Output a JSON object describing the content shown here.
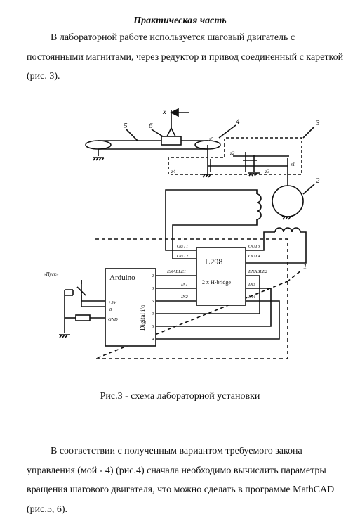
{
  "heading": "Практическая часть",
  "intro_paragraph": "В лабораторной работе используется шаговый двигатель с постоянными магнитами, через редуктор и привод соединенный с кареткой (рис. 3).",
  "figure": {
    "caption": "Рис.3 - схема лабораторной установки",
    "callouts": [
      "1",
      "2",
      "3",
      "4",
      "5",
      "6"
    ],
    "axis_label": "x",
    "gears": [
      "z1",
      "z2",
      "z3",
      "z4",
      "z5"
    ],
    "driver": {
      "name": "L298",
      "subtitle": "2 x H-bridge",
      "left_pins": [
        "OUT1",
        "OUT2",
        "ENABLE1",
        "IN1",
        "IN2"
      ],
      "right_pins": [
        "OUT3",
        "OUT4",
        "ENABLE2",
        "IN3",
        "IN4"
      ]
    },
    "controller": {
      "name": "Arduino",
      "side_label": "Digital i/o",
      "left_pins": [
        "+5V",
        "8",
        "GND"
      ],
      "right_pins": [
        "2",
        "3",
        "5",
        "9",
        "6",
        "4"
      ]
    },
    "start_button": "«Пуск»"
  },
  "body_paragraph": "В соответствии с полученным вариантом требуемого закона управления (мой - 4) (рис.4) сначала необходимо вычислить параметры вращения шагового двигателя, что можно сделать в программе MathCAD (рис.5, 6)."
}
